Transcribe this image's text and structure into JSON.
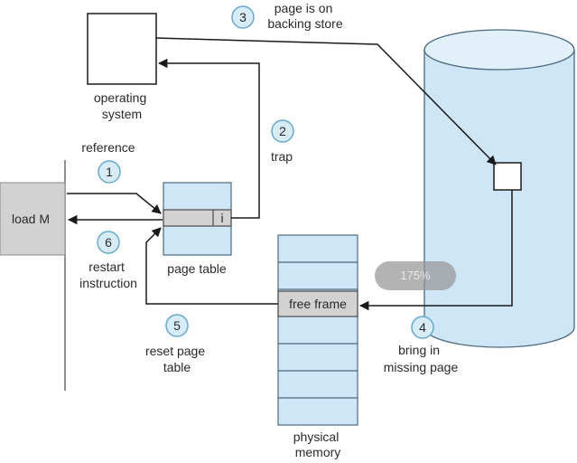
{
  "labels": {
    "operating_system": [
      "operating",
      "system"
    ],
    "page_is_on_backing_store": [
      "page is on",
      "backing store"
    ],
    "reference": "reference",
    "trap": "trap",
    "load_m": "load M",
    "page_table_invalid_bit": "i",
    "page_table": "page table",
    "restart_instruction": [
      "restart",
      "instruction"
    ],
    "free_frame": "free frame",
    "reset_page_table": [
      "reset page",
      "table"
    ],
    "bring_in_missing_page": [
      "bring in",
      "missing page"
    ],
    "physical_memory": [
      "physical",
      "memory"
    ]
  },
  "steps": {
    "s1": "1",
    "s2": "2",
    "s3": "3",
    "s4": "4",
    "s5": "5",
    "s6": "6"
  },
  "overlay": {
    "zoom_level": "175%"
  },
  "colors": {
    "light_blue_fill": "#cfe6f7",
    "circle_fill": "#d8ecf8",
    "circle_stroke": "#6aa8d0",
    "gray_fill": "#d2d2d2",
    "line": "#1a1a1a"
  }
}
